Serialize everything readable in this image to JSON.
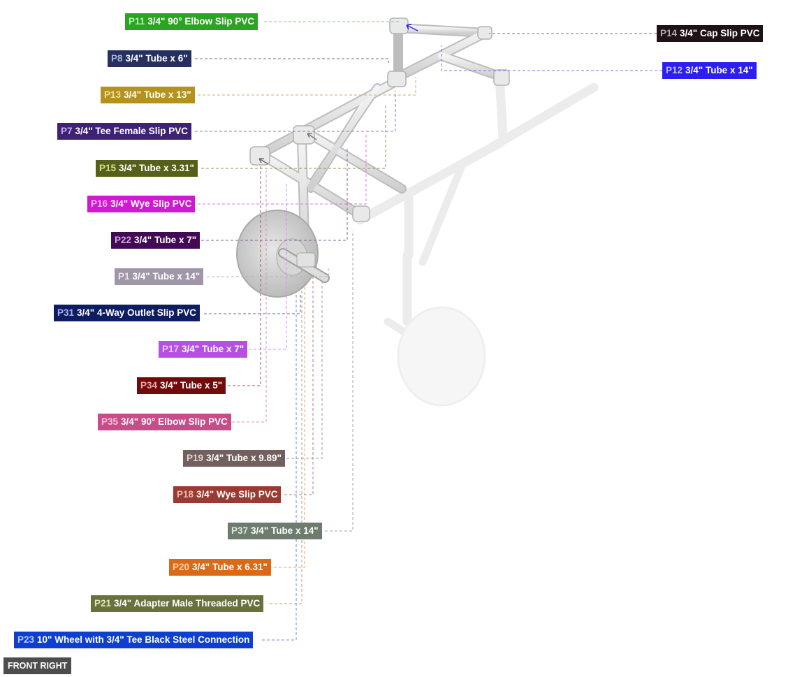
{
  "view_label": "FRONT RIGHT",
  "parts": [
    {
      "id": "P11",
      "name": "3/4\" 90° Elbow Slip PVC",
      "bg": "#2ba421",
      "idc": "#b9f0b3"
    },
    {
      "id": "P14",
      "name": "3/4\" Cap Slip PVC",
      "bg": "#1e1218",
      "idc": "#b9a9b2"
    },
    {
      "id": "P8",
      "name": "3/4\" Tube x 6\"",
      "bg": "#26305e",
      "idc": "#aab3e0"
    },
    {
      "id": "P12",
      "name": "3/4\" Tube x 14\"",
      "bg": "#2d1ef2",
      "idc": "#c1baff"
    },
    {
      "id": "P13",
      "name": "3/4\" Tube x 13\"",
      "bg": "#b5921e",
      "idc": "#f2df9a"
    },
    {
      "id": "P7",
      "name": "3/4\" Tee Female Slip PVC",
      "bg": "#3f2276",
      "idc": "#c3b0ea"
    },
    {
      "id": "P15",
      "name": "3/4\" Tube x 3.31\"",
      "bg": "#566018",
      "idc": "#d4e08a"
    },
    {
      "id": "P16",
      "name": "3/4\" Wye Slip PVC",
      "bg": "#d218d0",
      "idc": "#fab4f8"
    },
    {
      "id": "P22",
      "name": "3/4\" Tube x 7\"",
      "bg": "#420a55",
      "idc": "#d2a6e2"
    },
    {
      "id": "P1",
      "name": "3/4\" Tube x 14\"",
      "bg": "#a096a8",
      "idc": "#e8e2ee"
    },
    {
      "id": "P31",
      "name": "3/4\" 4-Way Outlet Slip PVC",
      "bg": "#0e1c62",
      "idc": "#a6b2ee"
    },
    {
      "id": "P17",
      "name": "3/4\" Tube x 7\"",
      "bg": "#b550e0",
      "idc": "#edc6ff"
    },
    {
      "id": "P34",
      "name": "3/4\" Tube x 5\"",
      "bg": "#720a0c",
      "idc": "#eaa8a8"
    },
    {
      "id": "P35",
      "name": "3/4\" 90° Elbow Slip PVC",
      "bg": "#c84b8a",
      "idc": "#f7c2dd"
    },
    {
      "id": "P19",
      "name": "3/4\" Tube x 9.89\"",
      "bg": "#71605e",
      "idc": "#e2d4d2"
    },
    {
      "id": "P18",
      "name": "3/4\" Wye Slip PVC",
      "bg": "#9a3a30",
      "idc": "#f0b8b0"
    },
    {
      "id": "P37",
      "name": "3/4\" Tube x 14\"",
      "bg": "#6e7c6e",
      "idc": "#dbe8db"
    },
    {
      "id": "P20",
      "name": "3/4\" Tube x 6.31\"",
      "bg": "#da6a18",
      "idc": "#ffd0a8"
    },
    {
      "id": "P21",
      "name": "3/4\" Adapter Male Threaded PVC",
      "bg": "#69723c",
      "idc": "#dfe8b6"
    },
    {
      "id": "P23",
      "name": "10\" Wheel with 3/4\" Tee Black Steel Connection",
      "bg": "#0e3fd2",
      "idc": "#b0c6ff"
    }
  ]
}
